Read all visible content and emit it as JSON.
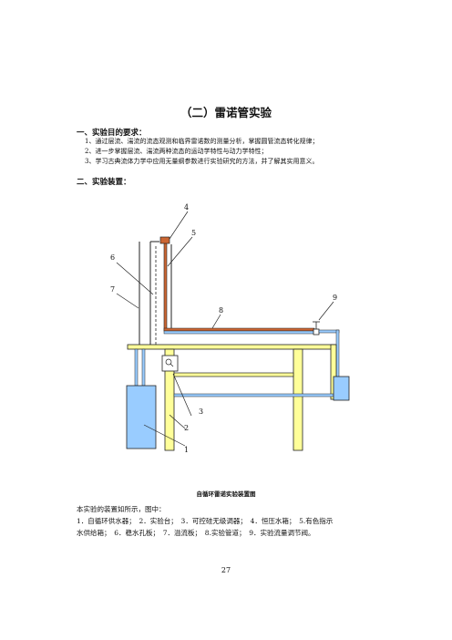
{
  "title": "（二）雷诺管实验",
  "section1": {
    "heading": "一、实验目的要求：",
    "items": [
      "1、通过层流、湍流的流态观测和临界雷诺数的测量分析，掌握圆管流态转化规律；",
      "2、进一步掌握层流、湍流两种流态的运动学特性与动力学特性；",
      "3、学习古典流体力学中应用无量纲参数进行实验研究的方法，并了解其实用意义。"
    ]
  },
  "section2": {
    "heading": "二、实验装置："
  },
  "figure": {
    "labels": [
      "1",
      "2",
      "3",
      "4",
      "5",
      "6",
      "7",
      "8",
      "9"
    ],
    "caption": "自循环雷诺实验装置图"
  },
  "description": {
    "line1": "本实验的装置如所示，图中：",
    "line2": "1．自循环供水器；　2．实验台；　3．可控硅无级调器；　4．恒压水箱；　5.有色指示",
    "line3": "水供给箱；　6．稳水孔板；　7．溢流板；　8.实验管道；　9．实验流量调节阀。"
  },
  "page_number": "27",
  "colors": {
    "water_blue": "#99ccff",
    "frame_yellow": "#ffff99",
    "dye_red": "#cc6633"
  }
}
